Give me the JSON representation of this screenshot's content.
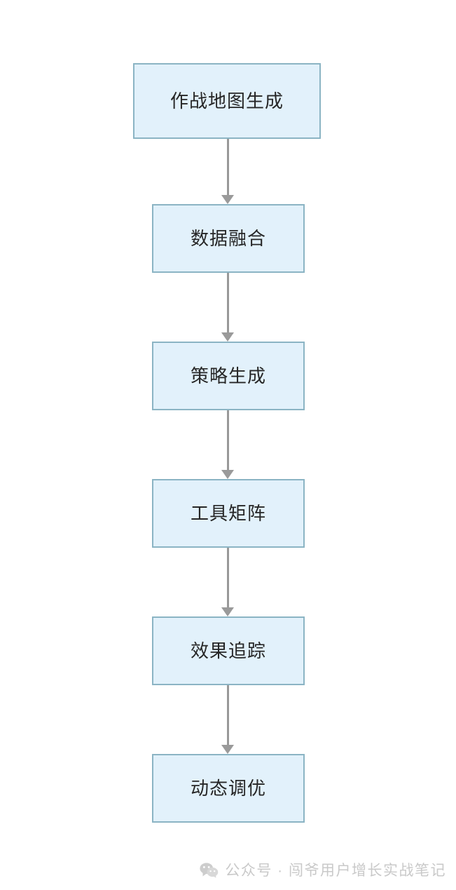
{
  "diagram": {
    "type": "flowchart",
    "orientation": "vertical",
    "title": "",
    "colors": {
      "node_fill": "#e2f1fb",
      "node_border": "#8bb4c4",
      "node_text": "#262626",
      "connector": "#9a9a9a",
      "background": "#ffffff",
      "watermark_text": "#c9c9c9"
    },
    "nodes": [
      {
        "id": "node-1",
        "label": "作战地图生成"
      },
      {
        "id": "node-2",
        "label": "数据融合"
      },
      {
        "id": "node-3",
        "label": "策略生成"
      },
      {
        "id": "node-4",
        "label": "工具矩阵"
      },
      {
        "id": "node-5",
        "label": "效果追踪"
      },
      {
        "id": "node-6",
        "label": "动态调优"
      }
    ],
    "edges": [
      {
        "from": "node-1",
        "to": "node-2",
        "label": ""
      },
      {
        "from": "node-2",
        "to": "node-3",
        "label": ""
      },
      {
        "from": "node-3",
        "to": "node-4",
        "label": ""
      },
      {
        "from": "node-4",
        "to": "node-5",
        "label": ""
      },
      {
        "from": "node-5",
        "to": "node-6",
        "label": ""
      }
    ]
  },
  "footer": {
    "icon": "wechat-icon",
    "text": "公众号 · 闯爷用户增长实战笔记"
  }
}
